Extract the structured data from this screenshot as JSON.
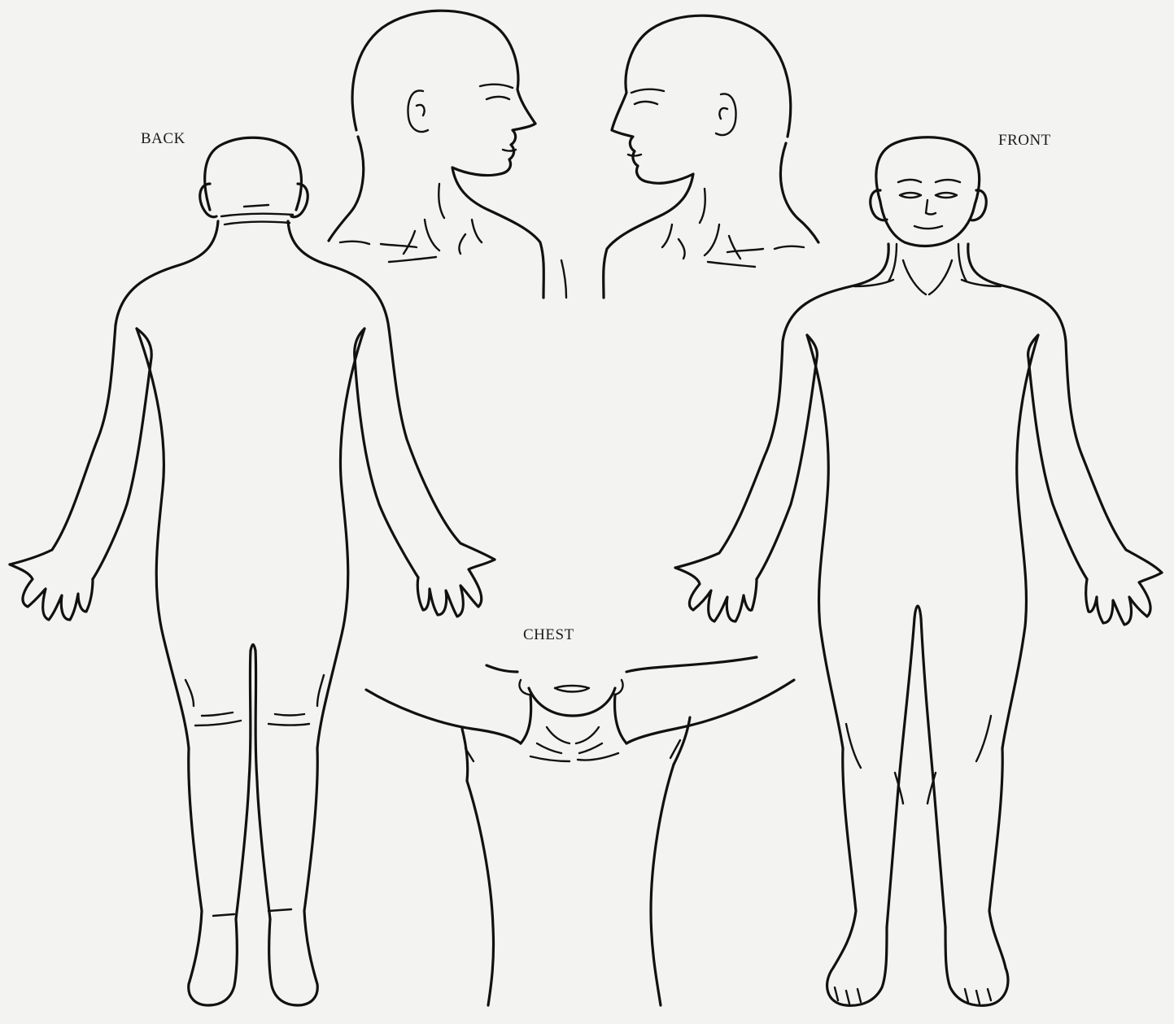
{
  "diagram": {
    "labels": {
      "back": "BACK",
      "front": "FRONT",
      "chest": "CHEST"
    },
    "colors": {
      "paper": "#f3f3f1",
      "ink": "#111111"
    }
  }
}
